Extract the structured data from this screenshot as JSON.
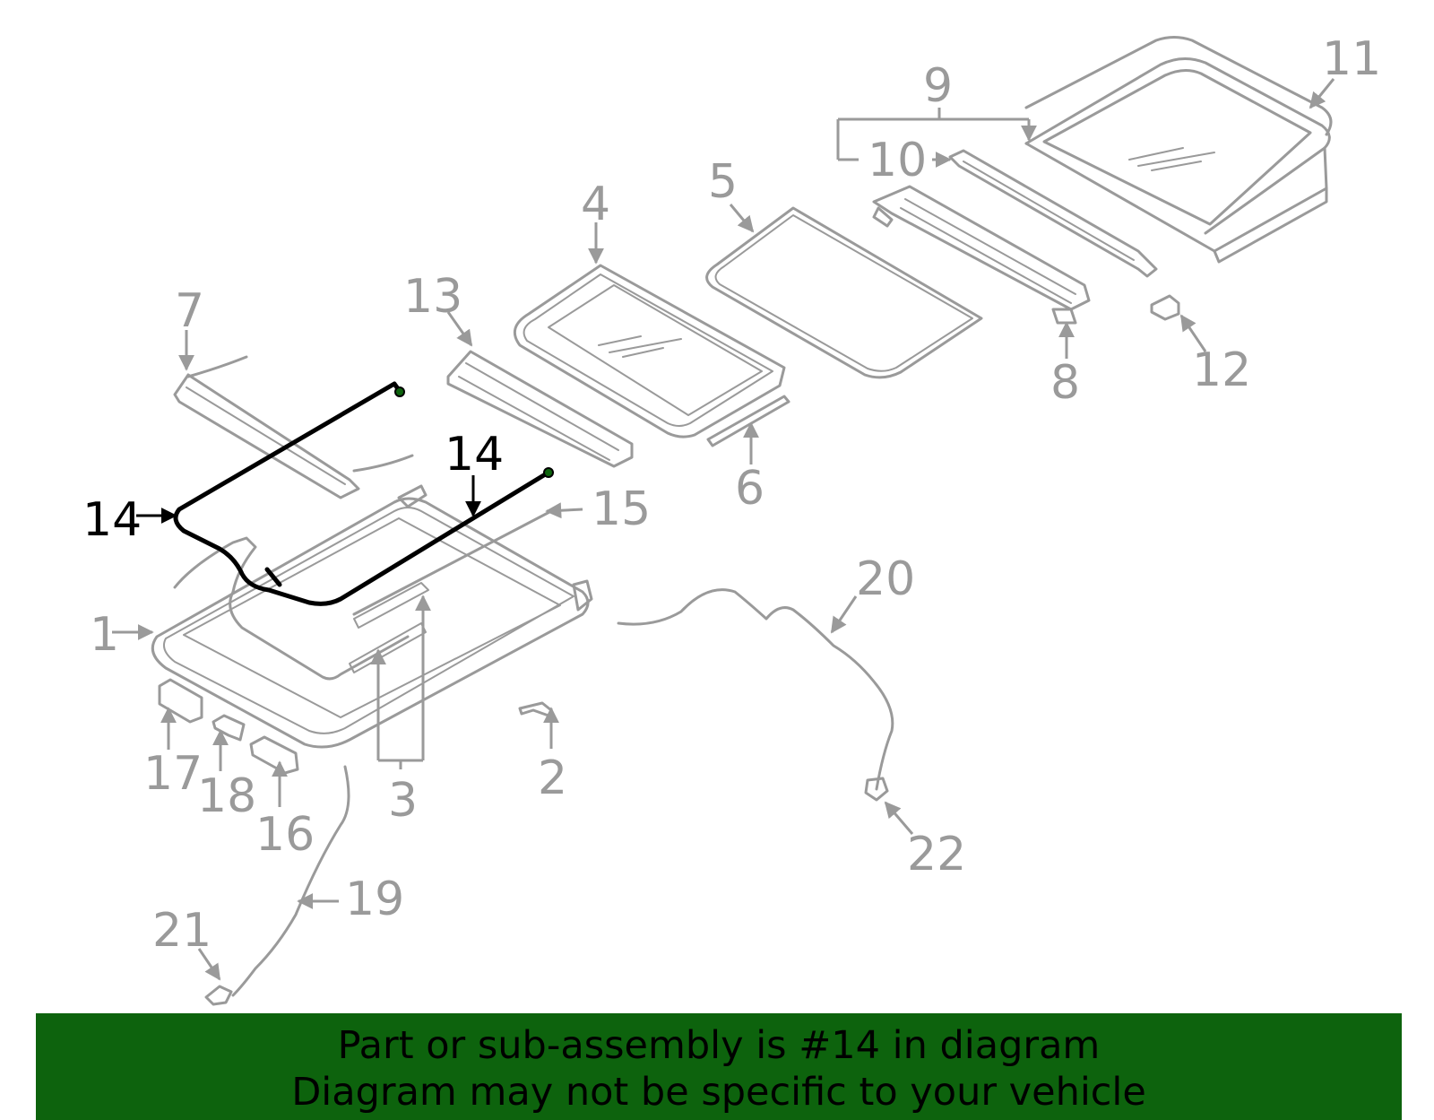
{
  "callouts": {
    "c1": "1",
    "c2": "2",
    "c3": "3",
    "c4": "4",
    "c5": "5",
    "c6": "6",
    "c7": "7",
    "c8": "8",
    "c9": "9",
    "c10": "10",
    "c11": "11",
    "c12": "12",
    "c13": "13",
    "c14a": "14",
    "c14b": "14",
    "c15": "15",
    "c16": "16",
    "c17": "17",
    "c18": "18",
    "c19": "19",
    "c20": "20",
    "c21": "21",
    "c22": "22"
  },
  "highlighted_part": "14",
  "colors": {
    "part": "#9a9a9a",
    "highlight": "#000000",
    "banner": "#0d630d"
  },
  "banner": {
    "line1": "Part or sub-assembly is #14 in diagram",
    "line2": "Diagram may not be specific to your vehicle"
  }
}
